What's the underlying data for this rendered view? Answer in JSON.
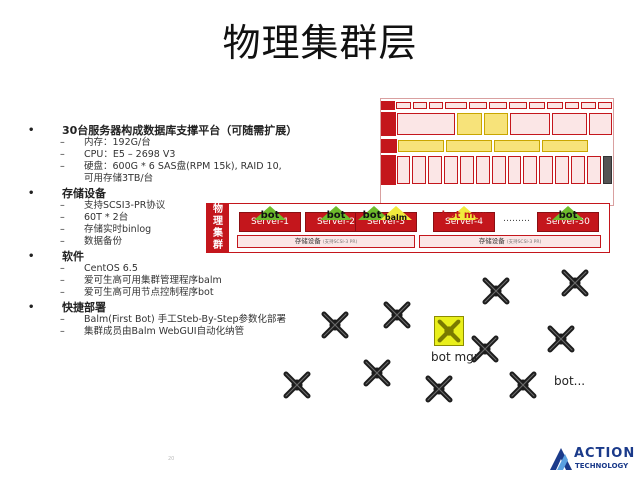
{
  "title": "物理集群层",
  "sections": [
    {
      "head": "30台服务器构成数据库支撑平台（可随需扩展）",
      "items": [
        "内存：192G/台",
        "CPU：E5 – 2698 V3",
        "硬盘：600G * 6 SAS盘(RPM 15k), RAID 10, 可用存储3TB/台"
      ]
    },
    {
      "head": "存储设备",
      "items": [
        "支持SCSI3-PR协议",
        "60T * 2台",
        "存储实时binlog",
        "数据备份"
      ]
    },
    {
      "head": "软件",
      "items": [
        "CentOS 6.5",
        "爱可生高可用集群管理程序balm",
        "爱可生高可用节点控制程序bot"
      ]
    },
    {
      "head": "快捷部署",
      "items": [
        "Balm(First Bot) 手工Steb-By-Step参数化部署",
        "集群成员由Balm WebGUI自动化纳管"
      ]
    }
  ],
  "strip": {
    "label": [
      "物",
      "理",
      "集",
      "群"
    ],
    "servers": [
      {
        "tag": "bot",
        "name": "Server-1"
      },
      {
        "tag": "bot",
        "name": "Server-2"
      },
      {
        "tag": "bot",
        "name": "Server-3",
        "extra": "balm"
      },
      {
        "tag": "bot mgr",
        "name": "Server-4"
      },
      {
        "tag": "bot",
        "name": "Server-30"
      }
    ],
    "ellipsis": "………",
    "storage_left": "存储设备",
    "storage_left_note": "(支持SCSI-3 PR)",
    "storage_right": "存储设备",
    "storage_right_note": "(支持SCSI-3 PR)"
  },
  "bots": {
    "mgr_label": "bot mgr",
    "more_label": "bot..."
  },
  "page_number": "20",
  "logo": {
    "line1": "ACTION",
    "line2": "TECHNOLOGY"
  },
  "colors": {
    "accent_red": "#c4161c",
    "bot_green": "#6dbb2c",
    "mgr_yellow": "#e9ef1b",
    "logo_blue": "#1a3a8a"
  }
}
